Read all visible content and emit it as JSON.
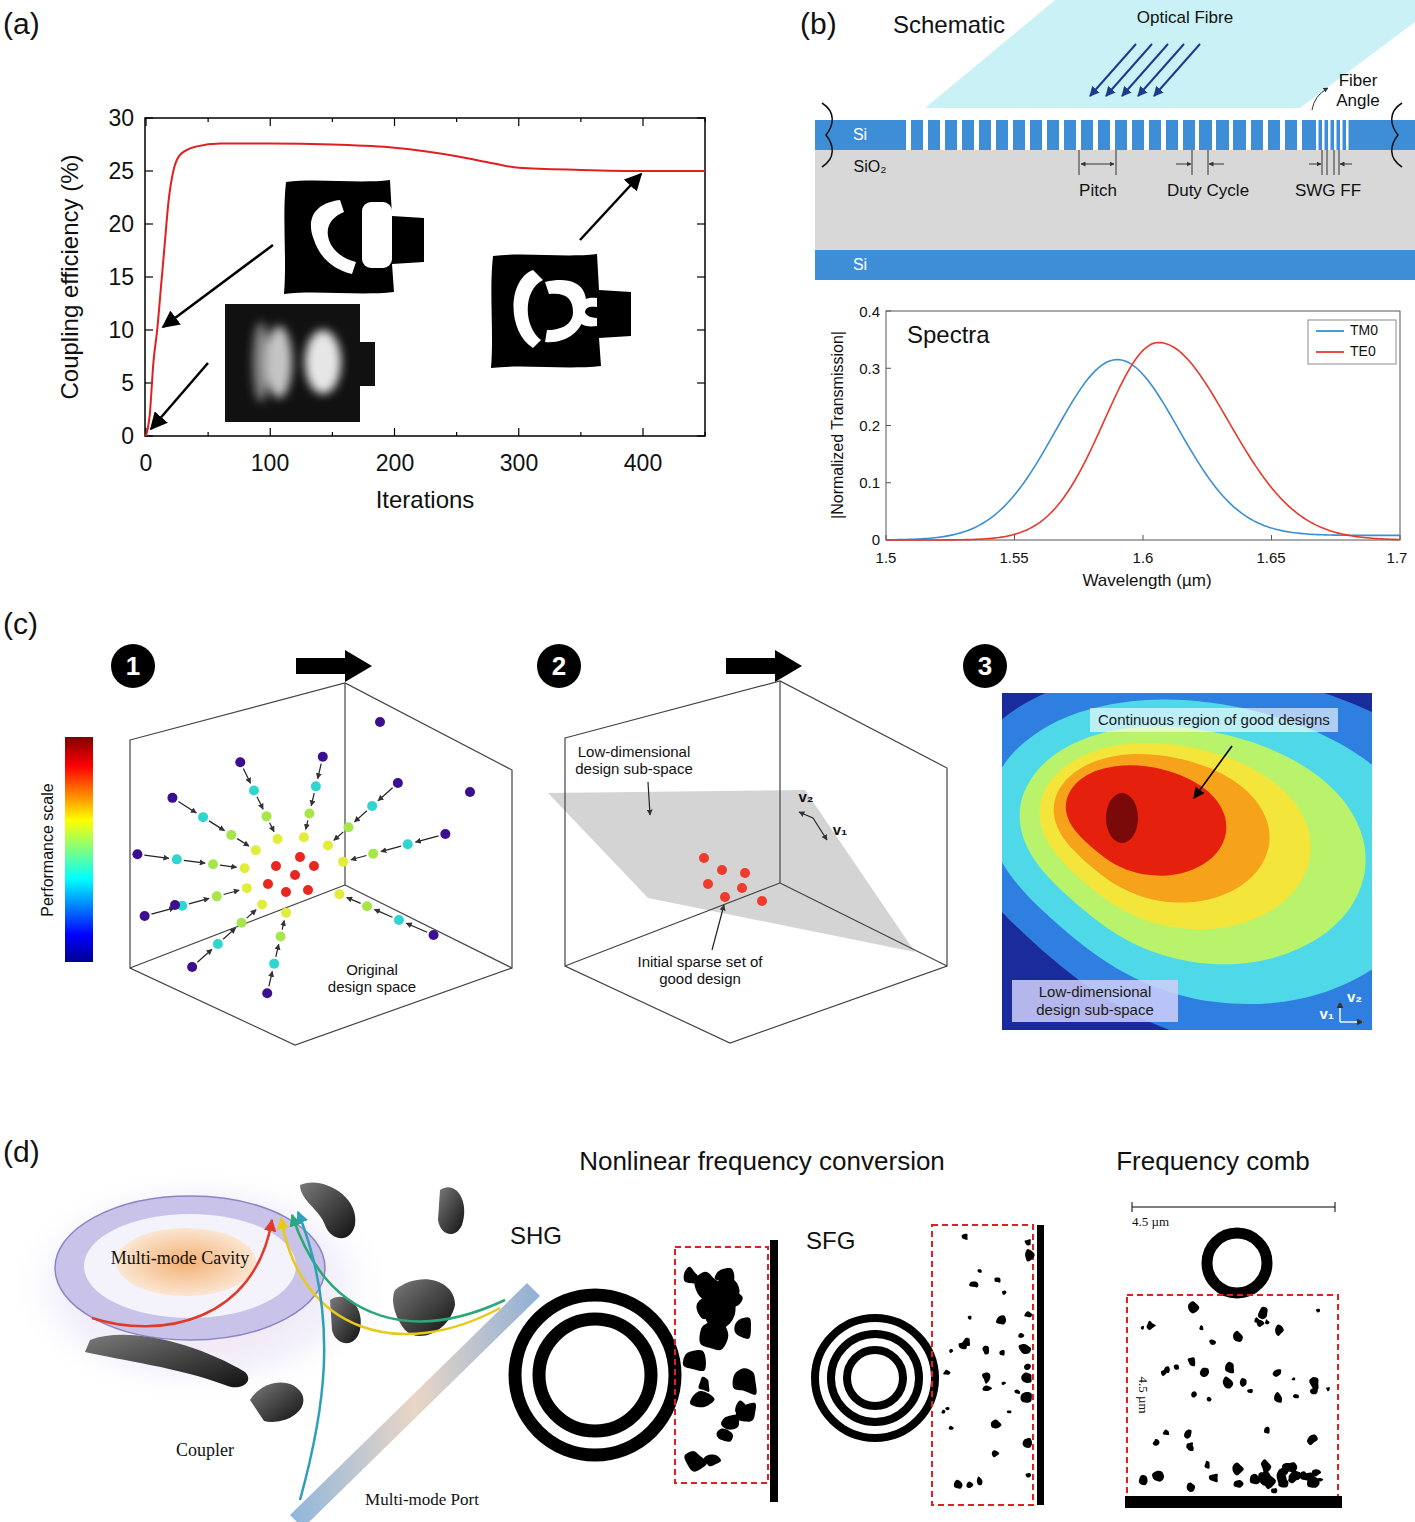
{
  "diagram": {
    "nodes": [
      {
        "text": [
          "1"
        ]
      },
      {
        "text": [
          "2"
        ]
      },
      {
        "text": [
          "3"
        ]
      },
      {
        "text": [
          "Continuous region of good designs"
        ]
      },
      {
        "text": [
          "Low-dimensional design sub-space"
        ]
      }
    ],
    "labels": [
      "(a)",
      "Coupling efficiency (%)",
      "30",
      "25",
      "20",
      "15",
      "10",
      "5",
      "0",
      "0",
      "100",
      "200",
      "300",
      "400",
      "Iterations",
      "(b)",
      "Schematic",
      "Optical Fibre",
      "Fiber Angle",
      "Si",
      "SiO₂",
      "Pitch",
      "Duty Cycle",
      "SWG FF",
      "Si",
      "Spectra",
      "|Normalized Transmission|",
      "0.4",
      "0.3",
      "0.2",
      "0.1",
      "0",
      "1.5",
      "1.55",
      "1.6",
      "1.65",
      "1.7",
      "Wavelength (µm)",
      "(c)",
      "Performance scale",
      "Original design space",
      "Low-dimensional design sub-space",
      "v₂",
      "v₁",
      "Initial sparse set of good design",
      "v₁",
      "v₂",
      "(d)",
      "Multi-mode Cavity",
      "Coupler",
      "Multi-mode Port",
      "Nonlinear frequency conversion",
      "SHG",
      "SFG",
      "Frequency comb",
      "4.5 µm",
      "4.5 µm"
    ],
    "legend": [
      {
        "text": "TM0"
      },
      {
        "text": "TE0"
      }
    ]
  }
}
